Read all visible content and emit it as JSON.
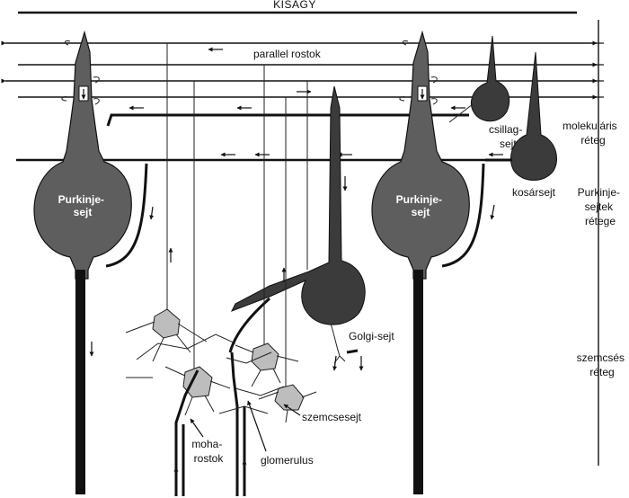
{
  "title": "KISAGY",
  "labels": {
    "parallel_fibers": "parallel rostok",
    "purkinje_left": [
      "Purkinje-",
      "sejt"
    ],
    "purkinje_right": [
      "Purkinje-",
      "sejt"
    ],
    "stellate_cell": [
      "csillag-",
      "sejt"
    ],
    "basket_cell": "kosársejt",
    "golgi_cell": "Golgi-sejt",
    "granule_cell": "szemcsesejt",
    "mossy_fibers": [
      "moha-",
      "rostok"
    ],
    "glomerulus": "glomerulus"
  },
  "layers": {
    "molecular": [
      "molekuláris",
      "réteg"
    ],
    "purkinje": [
      "Purkinje-",
      "sejtek",
      "rétege"
    ],
    "granular": [
      "szemcsés",
      "réteg"
    ]
  },
  "colors": {
    "line": "#111111",
    "purkinje_fill": "#5e5e5e",
    "interneuron_fill": "#3b3b3b",
    "granule_fill": "#bdbdbd",
    "background": "#ffffff"
  }
}
